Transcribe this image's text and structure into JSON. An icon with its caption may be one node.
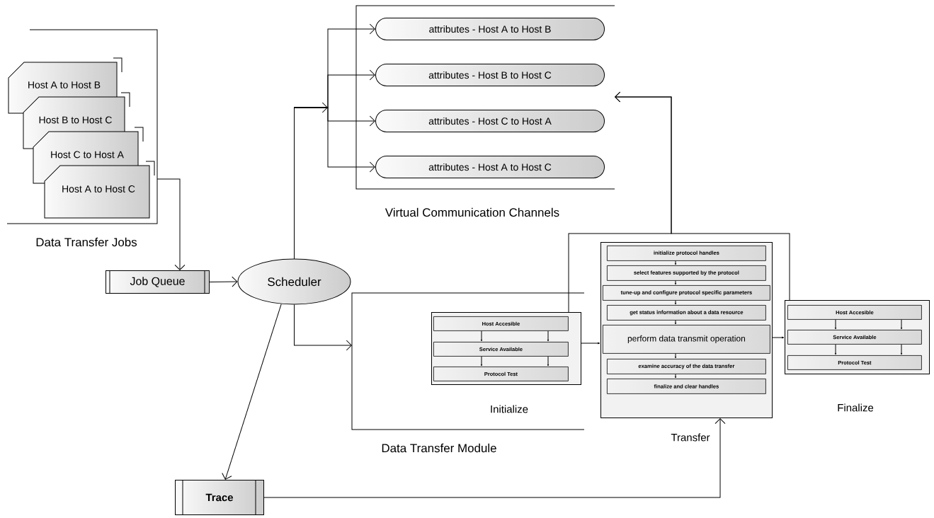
{
  "diagram": {
    "nodes": [
      {
        "text": [
          "Data Transfer Jobs"
        ]
      },
      {
        "text": [
          "Host A to Host B"
        ],
        "in": 0
      },
      {
        "text": [
          "Host B to Host C"
        ],
        "in": 0
      },
      {
        "text": [
          "Host C to Host A"
        ],
        "in": 0
      },
      {
        "text": [
          "Host A to Host C"
        ],
        "in": 0
      },
      {
        "text": [
          "Job Queue"
        ]
      },
      {
        "text": [
          "Scheduler"
        ]
      },
      {
        "text": [
          "Virtual Communication Channels"
        ]
      },
      {
        "text": [
          "attributes - Host A to Host B"
        ],
        "in": 7
      },
      {
        "text": [
          "attributes - Host B to Host C"
        ],
        "in": 7
      },
      {
        "text": [
          "attributes -  Host C to Host A"
        ],
        "in": 7
      },
      {
        "text": [
          "attributes - Host A to Host C"
        ],
        "in": 7
      },
      {
        "text": [
          "Data Transfer Module"
        ]
      },
      {
        "text": [
          "Initialize"
        ],
        "in": 12
      },
      {
        "text": [
          "Host Accesible"
        ],
        "in": 13
      },
      {
        "text": [
          "Service Available"
        ],
        "in": 13
      },
      {
        "text": [
          "Protocol Test"
        ],
        "in": 13
      },
      {
        "text": [
          "Transfer"
        ]
      },
      {
        "text": [
          "initialize protocol handles"
        ],
        "in": 17
      },
      {
        "text": [
          "select features supported by the protocol"
        ],
        "in": 17
      },
      {
        "text": [
          "tune-up and configure protocol specific parameters"
        ],
        "in": 17
      },
      {
        "text": [
          "get status information about a data resource"
        ],
        "in": 17
      },
      {
        "text": [
          "perform data transmit operation"
        ],
        "in": 17
      },
      {
        "text": [
          "examine accuracy of the data transfer"
        ],
        "in": 17
      },
      {
        "text": [
          "finalize and clear handles"
        ],
        "in": 17
      },
      {
        "text": [
          "Finalize"
        ]
      },
      {
        "text": [
          "Host Accesible"
        ],
        "in": 25
      },
      {
        "text": [
          "Service Available"
        ],
        "in": 25
      },
      {
        "text": [
          "Protocol Test"
        ],
        "in": 25
      },
      {
        "text": [
          "Trace"
        ]
      }
    ],
    "edges": [
      {
        "from": 0,
        "to": 5,
        "arrow": "to"
      },
      {
        "from": 5,
        "to": 6,
        "arrow": "to"
      },
      {
        "from": 6,
        "to": 8,
        "arrow": "to"
      },
      {
        "from": 6,
        "to": 9,
        "arrow": "to"
      },
      {
        "from": 6,
        "to": 10,
        "arrow": "to"
      },
      {
        "from": 6,
        "to": 11,
        "arrow": "to"
      },
      {
        "from": 6,
        "to": 12,
        "arrow": "to"
      },
      {
        "from": 6,
        "to": 29,
        "arrow": "to"
      },
      {
        "from": 13,
        "to": 17,
        "arrow": "to"
      },
      {
        "from": 17,
        "to": 25,
        "arrow": "to"
      },
      {
        "from": 29,
        "to": 17,
        "arrow": "to"
      },
      {
        "from": 13,
        "to": 7,
        "arrow": "to"
      },
      {
        "from": 25,
        "to": 7,
        "arrow": "to"
      },
      {
        "from": 14,
        "to": 15,
        "arrow": "to"
      },
      {
        "from": 14,
        "to": 15,
        "arrow": "to"
      },
      {
        "from": 15,
        "to": 16,
        "arrow": "to"
      },
      {
        "from": 15,
        "to": 16,
        "arrow": "to"
      },
      {
        "from": 26,
        "to": 27,
        "arrow": "to"
      },
      {
        "from": 26,
        "to": 27,
        "arrow": "to"
      },
      {
        "from": 27,
        "to": 28,
        "arrow": "to"
      },
      {
        "from": 27,
        "to": 28,
        "arrow": "to"
      },
      {
        "from": 18,
        "to": 19,
        "arrow": "to"
      },
      {
        "from": 19,
        "to": 20,
        "arrow": "to"
      },
      {
        "from": 20,
        "to": 21,
        "arrow": "to"
      },
      {
        "from": 21,
        "to": 22,
        "arrow": "to"
      },
      {
        "from": 22,
        "to": 23,
        "arrow": "to"
      },
      {
        "from": 23,
        "to": 24,
        "arrow": "to"
      }
    ]
  }
}
